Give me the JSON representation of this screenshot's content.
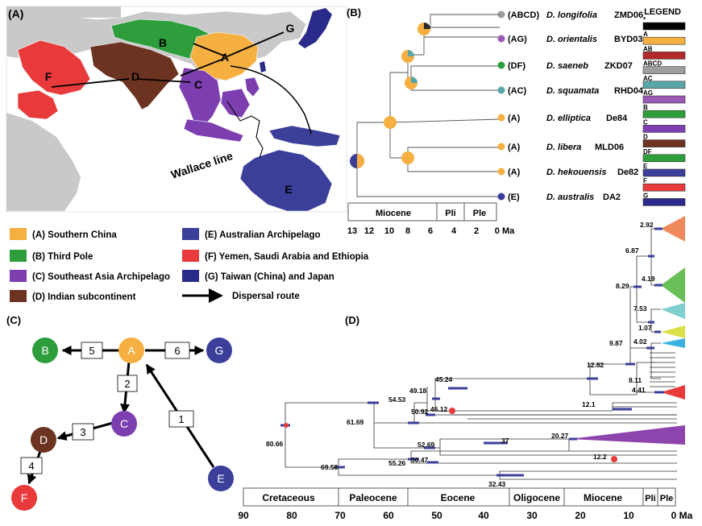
{
  "panels": {
    "a": "(A)",
    "b": "(B)",
    "c": "(C)",
    "d": "(D)"
  },
  "map": {
    "region_letters": {
      "a": "A",
      "b": "B",
      "c": "C",
      "d": "D",
      "e": "E",
      "f": "F",
      "g": "G"
    },
    "wallace_line": "Wallace line"
  },
  "legend_regions": [
    {
      "code": "A",
      "label": "(A) Southern China",
      "color": "#f5b041"
    },
    {
      "code": "B",
      "label": "(B) Third Pole",
      "color": "#2e9e3c"
    },
    {
      "code": "C",
      "label": "(C) Southeast Asia Archipelago",
      "color": "#7d3fb0"
    },
    {
      "code": "D",
      "label": "(D) Indian subcontinent",
      "color": "#6b3320"
    },
    {
      "code": "E",
      "label": "(E) Australian Archipelago",
      "color": "#3b3f9a"
    },
    {
      "code": "F",
      "label": "(F) Yemen, Saudi Arabia and Ethiopia",
      "color": "#e83a3a"
    },
    {
      "code": "G",
      "label": "(G) Taiwan (China) and Japan",
      "color": "#2a2a8a"
    }
  ],
  "dispersal_label": "Dispersal route",
  "tree_b": {
    "tips": [
      {
        "range": "(ABCD)",
        "species": "D. longifolia",
        "specimen": "ZMD06",
        "color": "#9e9e9e"
      },
      {
        "range": "(AG)",
        "species": "D. orientalis",
        "specimen": "BYD03",
        "color": "#9b59b6"
      },
      {
        "range": "(DF)",
        "species": "D. saeneb",
        "specimen": "ZKD07",
        "color": "#2e9e3c"
      },
      {
        "range": "(AC)",
        "species": "D. squamata",
        "specimen": "RHD04",
        "color": "#5aa6a6"
      },
      {
        "range": "(A)",
        "species": "D. elliptica",
        "specimen": "De84",
        "color": "#f5b041"
      },
      {
        "range": "(A)",
        "species": "D. libera",
        "specimen": "MLD06",
        "color": "#f5b041"
      },
      {
        "range": "(A)",
        "species": "D. hekouensis",
        "specimen": "De82",
        "color": "#f5b041"
      },
      {
        "range": "(E)",
        "species": "D. australis",
        "specimen": "DA2",
        "color": "#3b3f9a"
      }
    ],
    "epochs": [
      "Miocene",
      "Pli",
      "Ple"
    ],
    "axis_ticks": [
      "13",
      "12",
      "10",
      "8",
      "6",
      "4",
      "2",
      "0 Ma"
    ]
  },
  "tree_legend": {
    "title": "LEGEND",
    "items": [
      {
        "label": "*",
        "color": "#000000"
      },
      {
        "label": "A",
        "color": "#f5b041"
      },
      {
        "label": "AB",
        "color": "#b22a2a"
      },
      {
        "label": "ABCD",
        "color": "#9e9e9e"
      },
      {
        "label": "AC",
        "color": "#5aa6a6"
      },
      {
        "label": "AG",
        "color": "#9b59b6"
      },
      {
        "label": "B",
        "color": "#2e9e3c"
      },
      {
        "label": "C",
        "color": "#7d3fb0"
      },
      {
        "label": "D",
        "color": "#6b3320"
      },
      {
        "label": "DF",
        "color": "#2e9e3c"
      },
      {
        "label": "E",
        "color": "#3b3f9a"
      },
      {
        "label": "F",
        "color": "#e83a3a"
      },
      {
        "label": "G",
        "color": "#2a2a8a"
      }
    ]
  },
  "network": {
    "nodes": {
      "a": "A",
      "b": "B",
      "c": "C",
      "d": "D",
      "e": "E",
      "f": "F",
      "g": "G"
    },
    "routes": {
      "r1": "1",
      "r2": "2",
      "r3": "3",
      "r4": "4",
      "r5": "5",
      "r6": "6"
    }
  },
  "chronogram": {
    "node_ages": [
      "2.92",
      "6.87",
      "4.19",
      "8.29",
      "7.53",
      "1.07",
      "9.87",
      "4.02",
      "12.82",
      "8.11",
      "4.41",
      "45.24",
      "49.18",
      "54.53",
      "12.1",
      "50.92",
      "46.12",
      "61.69",
      "80.66",
      "37",
      "20.27",
      "52.69",
      "12.2",
      "50.47",
      "55.26",
      "69.58",
      "32.43"
    ],
    "periods": [
      "Cretaceous",
      "Paleocene",
      "Eocene",
      "Oligocene",
      "Miocene",
      "Pli",
      "Ple"
    ],
    "axis_ticks": [
      "90",
      "80",
      "70",
      "60",
      "50",
      "40",
      "30",
      "20",
      "10",
      "0 Ma"
    ]
  }
}
